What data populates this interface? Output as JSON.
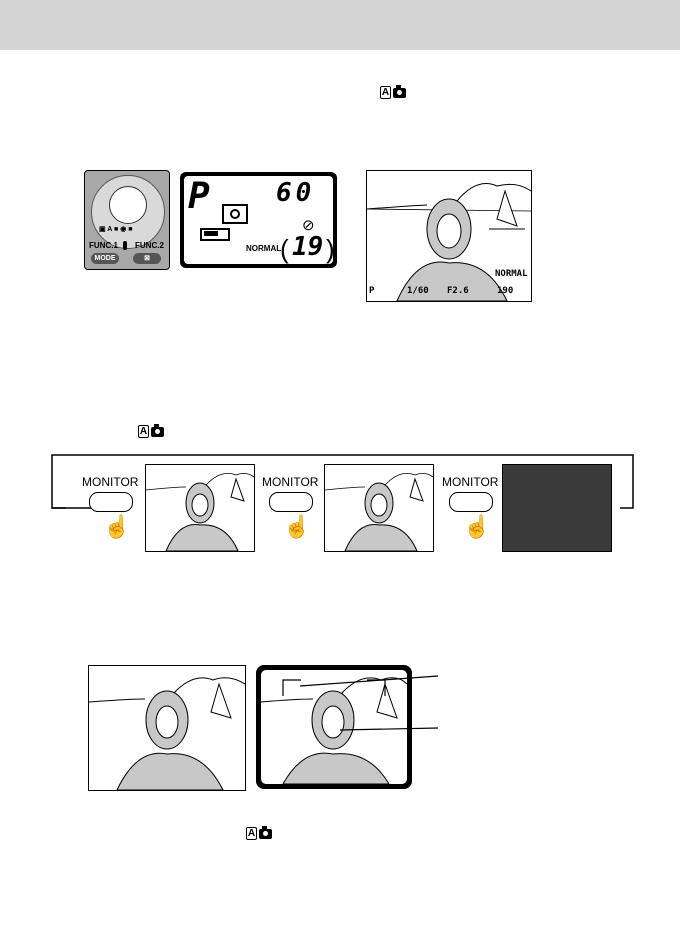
{
  "lcd": {
    "mode": "P",
    "shutter": "60",
    "quality": "NORMAL",
    "frames": "19"
  },
  "dial": {
    "func1": "FUNC.1",
    "func2": "FUNC.2",
    "mode_button": "MODE"
  },
  "monitor_osd": {
    "quality": "NORMAL",
    "shutter": "1/60",
    "aperture": "F2.6",
    "frames": "190",
    "mode": "P"
  },
  "cycle": {
    "button_label": "MONITOR"
  },
  "colors": {
    "header": "#d4d4d4",
    "monitor_off": "#3a3a3a"
  }
}
